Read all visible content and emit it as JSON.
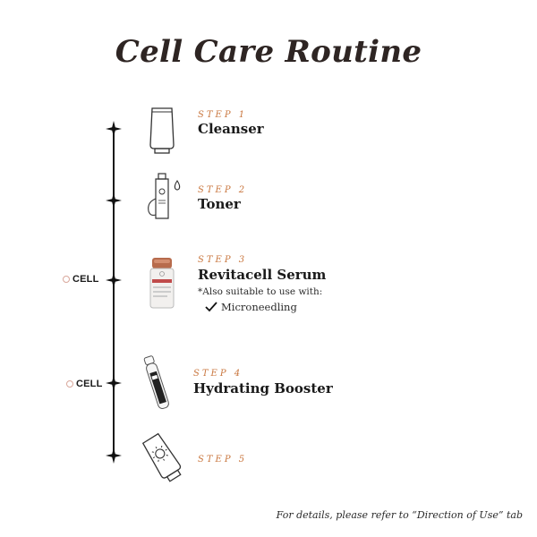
{
  "title": "Cell Care Routine",
  "brand_label": "CELL",
  "steps": [
    {
      "label": "STEP 1",
      "name": "Cleanser"
    },
    {
      "label": "STEP 2",
      "name": "Toner"
    },
    {
      "label": "STEP 3",
      "name": "Revitacell Serum",
      "note": "*Also suitable to use with:",
      "compatible": [
        "Microneedling"
      ]
    },
    {
      "label": "STEP 4",
      "name": "Hydrating Booster"
    },
    {
      "label": "STEP 5",
      "name": ""
    }
  ],
  "footer": "For details, please refer to “Direction of Use” tab",
  "colors": {
    "accent": "#c9763e",
    "title": "#2e2523",
    "line": "#1a1a1a"
  }
}
